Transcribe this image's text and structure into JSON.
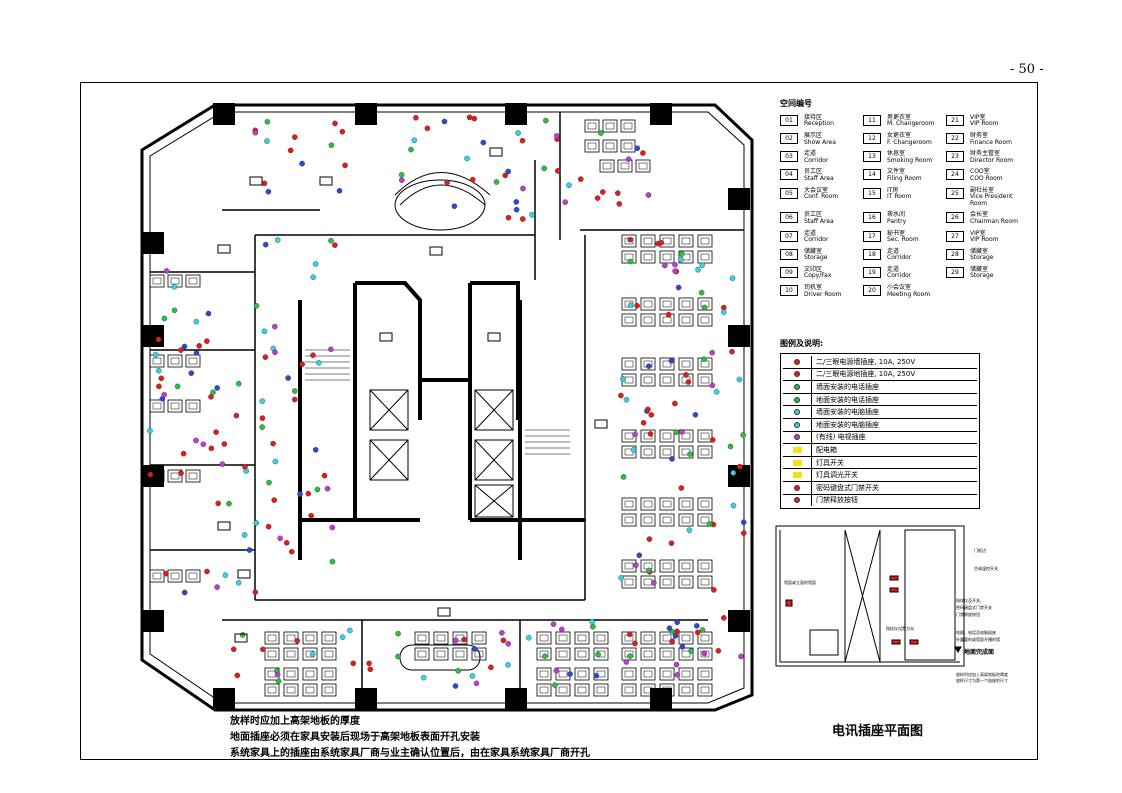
{
  "page_number": "- 50 -",
  "drawing_title": "电讯插座平面图",
  "notes": [
    "放样时应加上高架地板的厚度",
    "地面插座必须在家具安装后现场于高架地板表面开孔安装",
    "系统家具上的插座由系统家具厂商与业主确认位置后，由在家具系统家具厂商开孔"
  ],
  "room_legend": {
    "heading": "空间编号",
    "rooms": [
      {
        "no": "01",
        "cn": "接待区",
        "en": "Reception"
      },
      {
        "no": "11",
        "cn": "男更衣室",
        "en": "M. Changeroom"
      },
      {
        "no": "21",
        "cn": "VIP室",
        "en": "VIP Room"
      },
      {
        "no": "02",
        "cn": "展示区",
        "en": "Show Area"
      },
      {
        "no": "12",
        "cn": "女更衣室",
        "en": "F. Changeroom"
      },
      {
        "no": "22",
        "cn": "财务室",
        "en": "Finance Room"
      },
      {
        "no": "03",
        "cn": "走道",
        "en": "Corridor"
      },
      {
        "no": "13",
        "cn": "休息室",
        "en": "Smoking Room"
      },
      {
        "no": "23",
        "cn": "财务主管室",
        "en": "Director Room"
      },
      {
        "no": "04",
        "cn": "员工区",
        "en": "Staff Area"
      },
      {
        "no": "14",
        "cn": "文件室",
        "en": "Filing Room"
      },
      {
        "no": "24",
        "cn": "COO室",
        "en": "COO Room"
      },
      {
        "no": "05",
        "cn": "大会议室",
        "en": "Conf. Room"
      },
      {
        "no": "15",
        "cn": "IT房",
        "en": "IT Room"
      },
      {
        "no": "25",
        "cn": "副社长室",
        "en": "Vice President Room"
      },
      {
        "no": "06",
        "cn": "员工区",
        "en": "Staff Area"
      },
      {
        "no": "16",
        "cn": "茶水间",
        "en": "Pantry"
      },
      {
        "no": "26",
        "cn": "会长室",
        "en": "Chairman Room"
      },
      {
        "no": "07",
        "cn": "走道",
        "en": "Corridor"
      },
      {
        "no": "17",
        "cn": "秘书室",
        "en": "Sec. Room"
      },
      {
        "no": "27",
        "cn": "VIP室",
        "en": "VIP Room"
      },
      {
        "no": "08",
        "cn": "储藏室",
        "en": "Storage"
      },
      {
        "no": "18",
        "cn": "走道",
        "en": "Corridor"
      },
      {
        "no": "28",
        "cn": "储藏室",
        "en": "Storage"
      },
      {
        "no": "09",
        "cn": "文印区",
        "en": "Copy/Fax"
      },
      {
        "no": "19",
        "cn": "走道",
        "en": "Corridor"
      },
      {
        "no": "29",
        "cn": "储藏室",
        "en": "Storage"
      },
      {
        "no": "10",
        "cn": "司机室",
        "en": "Driver Room"
      },
      {
        "no": "20",
        "cn": "小会议室",
        "en": "Meeting Room"
      }
    ]
  },
  "symbol_legend": {
    "heading": "图例及说明:",
    "items": [
      {
        "shape": "dot",
        "color": "#e31b1b",
        "label": "二/三眼电源墙插座, 10A, 250V"
      },
      {
        "shape": "dot",
        "color": "#e31b1b",
        "label": "二/三眼电源地插座, 10A, 250V"
      },
      {
        "shape": "dot",
        "color": "#29c23a",
        "label": "墙面安装的电话插座"
      },
      {
        "shape": "dot",
        "color": "#29c23a",
        "label": "地面安装的电话插座"
      },
      {
        "shape": "dot",
        "color": "#2fd6e6",
        "label": "墙面安装的电脑插座"
      },
      {
        "shape": "dot",
        "color": "#2fd6e6",
        "label": "地面安装的电脑插座"
      },
      {
        "shape": "dot",
        "color": "#c23ad6",
        "label": "(有线) 电视插座"
      },
      {
        "shape": "sq",
        "color": "#f3e11a",
        "label": "配电箱"
      },
      {
        "shape": "sq",
        "color": "#f3e11a",
        "label": "灯具开关"
      },
      {
        "shape": "sq",
        "color": "#f3e11a",
        "label": "灯具调光开关"
      },
      {
        "shape": "dot",
        "color": "#e31b1b",
        "label": "密码键盘式门禁开关"
      },
      {
        "shape": "dot",
        "color": "#e31b1b",
        "label": "门禁释放按钮"
      }
    ]
  },
  "detail": {
    "ground_label": "地面完成面",
    "notes_right": [
      "门框边",
      "空调温控开关",
      "指纹仪及开关,",
      "密码键盘式门禁开关",
      "门禁释放按钮",
      "电插、电话及电脑插座",
      "外露管的或墙面开槽的墙",
      "指纹仪设置方向"
    ],
    "note_bottom": [
      "放样时应加上高架地板的厚度",
      "放样尺寸为第一个插座的尺寸"
    ],
    "note_left": "墙面或立面的墙面"
  },
  "colors": {
    "red": "#e31b1b",
    "green": "#29c23a",
    "cyan": "#2fd6e6",
    "blue": "#2b49d8",
    "magenta": "#c23ad6",
    "yellow": "#f3e11a"
  }
}
